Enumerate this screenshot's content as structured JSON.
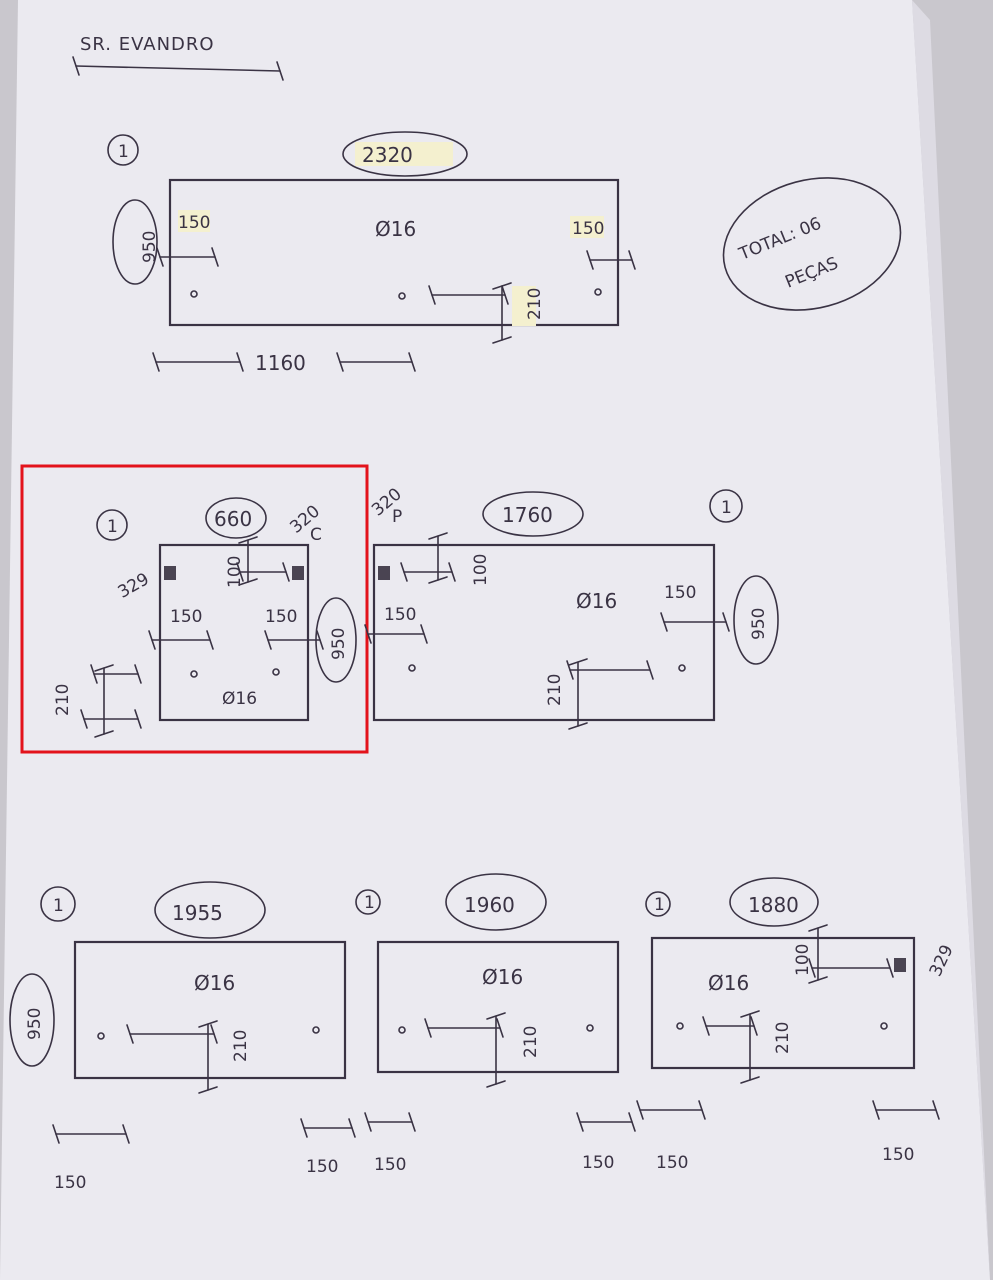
{
  "header": {
    "client": "SR. EVANDRO"
  },
  "total_note": {
    "line1": "TOTAL: 06",
    "line2": "PEÇAS"
  },
  "annotation_colors": {
    "highlight_box": "#e3131b",
    "ink": "#3a3344",
    "highlighter": "#f4f0cf"
  },
  "pieces": [
    {
      "qty": "1",
      "length": "2320",
      "width": "950",
      "hole": "Ø16",
      "edge_left": "150",
      "edge_right": "150",
      "hole_offset": "210",
      "center": "1160"
    },
    {
      "qty": "1",
      "length": "660",
      "width": "950",
      "hole": "Ø16",
      "edge_left": "150",
      "edge_right": "150",
      "hole_offset": "210",
      "square_offset": "100",
      "square_size_left": "329",
      "square_note": "320",
      "square_note_sub": "C"
    },
    {
      "qty": "1",
      "length": "1760",
      "width": "950",
      "hole": "Ø16",
      "edge_left": "150",
      "edge_right": "150",
      "hole_offset": "210",
      "square_offset": "100",
      "square_note": "320",
      "square_note_sub": "P"
    },
    {
      "qty": "1",
      "length": "1955",
      "width": "950",
      "hole": "Ø16",
      "edge_left": "150",
      "edge_right": "150",
      "hole_offset": "210"
    },
    {
      "qty": "1",
      "length": "1960",
      "hole": "Ø16",
      "edge_left": "150",
      "edge_right": "150",
      "hole_offset": "210"
    },
    {
      "qty": "1",
      "length": "1880",
      "hole": "Ø16",
      "edge_left": "150",
      "edge_right": "150",
      "hole_offset": "210",
      "square_offset": "100",
      "square_size_right": "329"
    }
  ]
}
